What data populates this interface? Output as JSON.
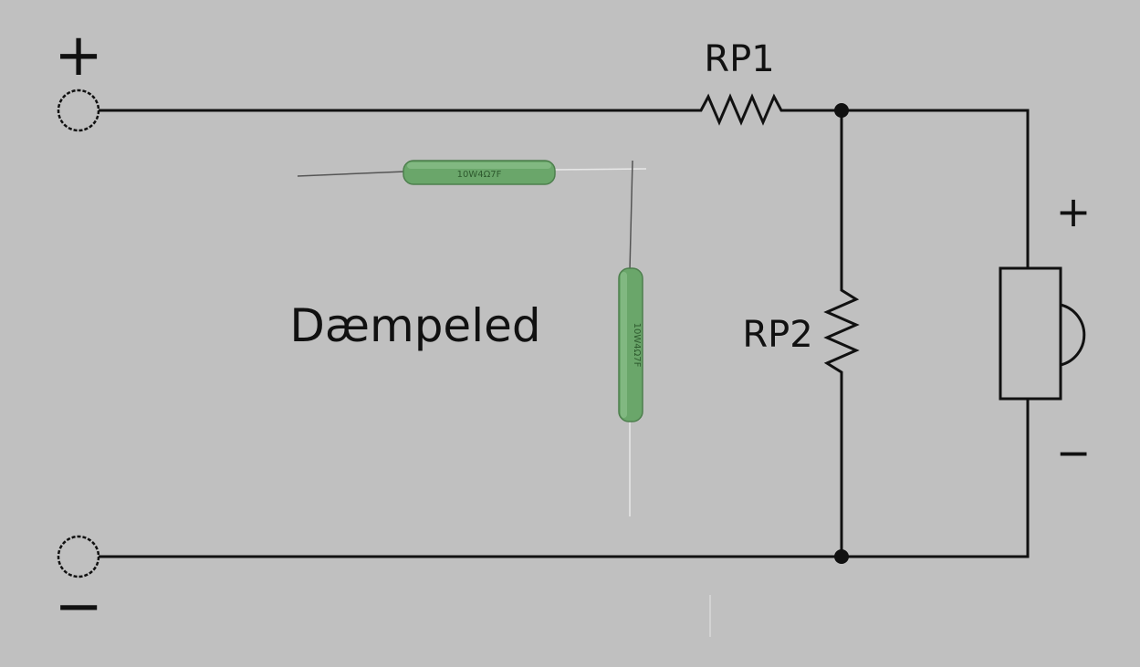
{
  "diagram": {
    "title": "Dæmpeled",
    "resistors": [
      {
        "id": "rp1",
        "label": "RP1"
      },
      {
        "id": "rp2",
        "label": "RP2"
      }
    ],
    "input_terminals": {
      "positive_sign": "+",
      "negative_sign": "−"
    },
    "load": {
      "positive_sign": "+",
      "negative_sign": "−"
    },
    "photo_resistor_marking": "10W4Ω7F",
    "colors": {
      "background": "#c0c0c0",
      "wire": "#111111",
      "resistor_body": "#6aa66a"
    }
  }
}
